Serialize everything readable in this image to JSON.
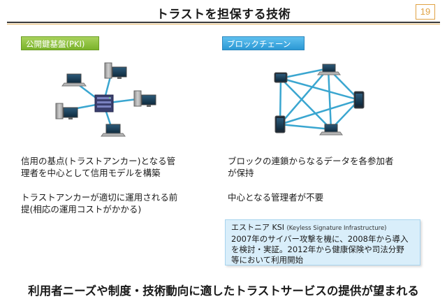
{
  "header": {
    "title": "トラストを担保する技術",
    "page_number": "19"
  },
  "left": {
    "label": "公開鍵基盤(PKI)",
    "desc1_line1": "信用の基点(トラストアンカー)となる管",
    "desc1_line2": "理者を中心として信用モデルを構築",
    "desc2_line1": "トラストアンカーが適切に運用される前",
    "desc2_line2": "提(相応の運用コストがかかる)"
  },
  "right": {
    "label": "ブロックチェーン",
    "desc1_line1": "ブロックの連鎖からなるデータを各参加者",
    "desc1_line2": "が保持",
    "desc2": "中心となる管理者が不要",
    "ksi": {
      "title": "エストニア KSI",
      "subtitle": "(Keyless Signature Infrastructure)",
      "line1": "2007年のサイバー攻撃を機に、2008年から導入",
      "line2": "を検討・実証。2012年から健康保険や司法分野",
      "line3": "等において利用開始"
    }
  },
  "footer": {
    "conclusion": "利用者ニーズや制度・技術動向に適したトラストサービスの提供が望まれる"
  },
  "colors": {
    "line_blue": "#3aa6d0",
    "pki_green": "#8cc63f",
    "bc_blue": "#3aa9e0",
    "accent_orange": "#e0a244"
  }
}
